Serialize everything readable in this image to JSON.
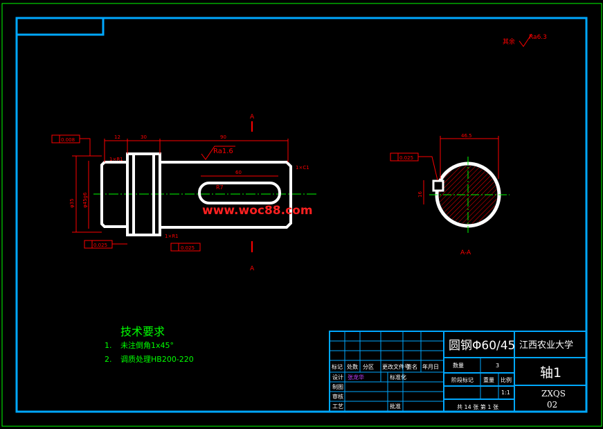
{
  "colors": {
    "background": "#000000",
    "outer_frame": "#00ff00",
    "inner_frame": "#00a8ff",
    "part_outline": "#ffffff",
    "dimensions": "#ff0000",
    "centerline": "#00ff00",
    "hatch": "#ff0000",
    "watermark": "#ff2020",
    "notes": "#00ff00",
    "title_block_text": "#ffffff"
  },
  "drawing": {
    "surface_roughness_note_label": "其余",
    "surface_roughness_note_value": "Ra6.3",
    "section_marker": "A",
    "section_view_label": "A-A",
    "roughness_keyway": "Ra1.6",
    "watermark": "www.woc88.com",
    "dims": {
      "d12": "12",
      "d30": "30",
      "d90": "90",
      "d60": "60",
      "r7": "R7",
      "chamfer_right": "1×C1",
      "chamfer_left": "1×R1",
      "chamfer_bottom": "1×R1",
      "tol_box_top": "0.008",
      "tol_box_left": "0.025",
      "tol_box_bottom": "0.025",
      "tol_box_section": "0.025",
      "dia_left": "φ35",
      "dia_fit": "φ45g6",
      "section_width": "46.5",
      "section_keyway": "16"
    }
  },
  "tech_requirements": {
    "title": "技术要求",
    "items": [
      {
        "num": "1.",
        "text": "未注倒角1x45°"
      },
      {
        "num": "2.",
        "text": "调质处理HB200-220"
      }
    ]
  },
  "title_block": {
    "material": "圆钢Φ60/45",
    "school": "江西农业大学",
    "part_name": "轴1",
    "drawing_no_line1": "ZXQS",
    "drawing_no_line2": "02",
    "row_headers": [
      "标记",
      "处数",
      "分区",
      "更改文件号",
      "签名",
      "年月日"
    ],
    "designer_label": "设计",
    "designer_name": "张龙华",
    "standardize_label": "标准化",
    "drafting_label": "制图",
    "review_label": "审核",
    "process_label": "工艺",
    "approve_label": "批准",
    "quantity_label": "数量",
    "quantity_value": "3",
    "stage_label": "阶段标记",
    "weight_label": "重量",
    "scale_label": "比例",
    "scale_value": "1:1",
    "sheets_text": "共 14 张  第 1 张"
  }
}
